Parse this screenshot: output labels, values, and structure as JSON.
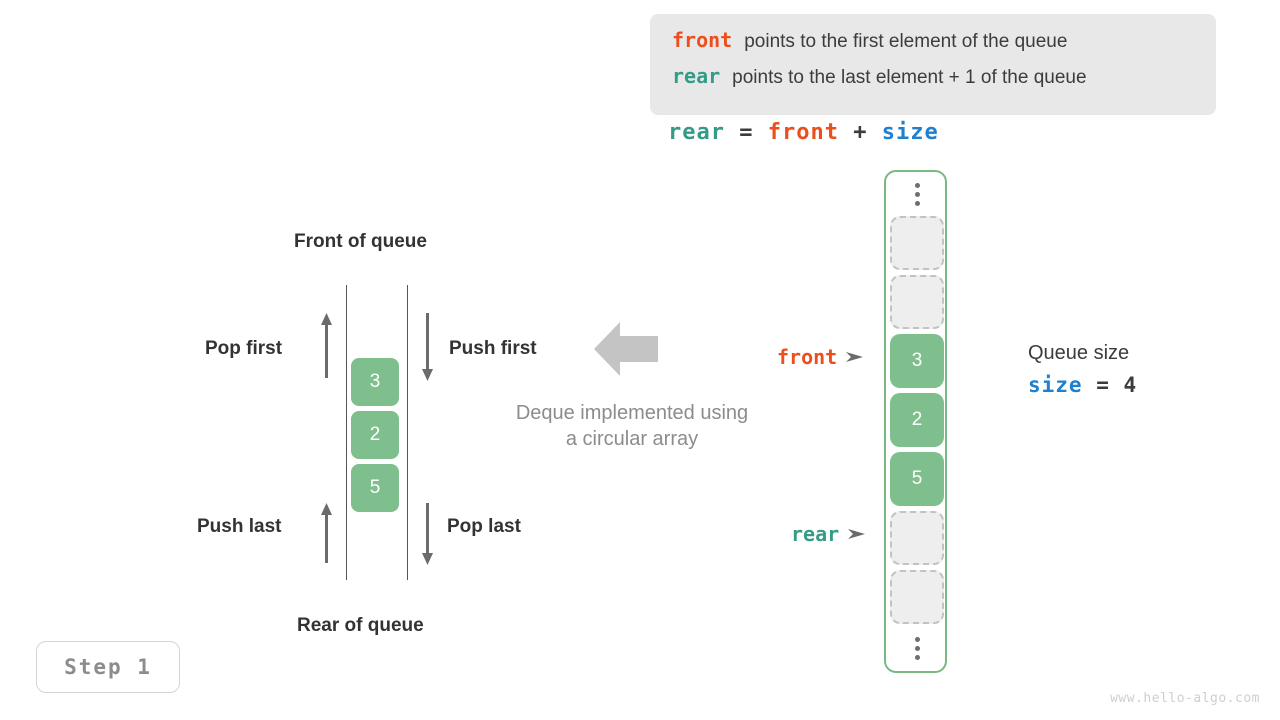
{
  "legend": {
    "lines": [
      {
        "keyword": "front",
        "keyword_color": "#ec4f1d",
        "text": "points to the first element of the queue"
      },
      {
        "keyword": "rear",
        "keyword_color": "#339b87",
        "text": "points to the last element + 1 of the queue"
      }
    ],
    "background": "#e8e8e8"
  },
  "formula": {
    "lhs": "rear",
    "eq": "=",
    "rhs1": "front",
    "plus": "+",
    "rhs2": "size"
  },
  "deque_diagram": {
    "top_label": "Front of queue",
    "bottom_label": "Rear of queue",
    "left_top_label": "Pop first",
    "right_top_label": "Push first",
    "left_bottom_label": "Push last",
    "right_bottom_label": "Pop last",
    "cells": [
      "3",
      "2",
      "5"
    ],
    "cell_color": "#7fbf8d",
    "caption_line1": "Deque implemented using",
    "caption_line2": "a circular array"
  },
  "array": {
    "border_color": "#79b982",
    "slots": [
      {
        "type": "dots"
      },
      {
        "type": "empty",
        "value": ""
      },
      {
        "type": "empty",
        "value": ""
      },
      {
        "type": "filled",
        "value": "3"
      },
      {
        "type": "filled",
        "value": "2"
      },
      {
        "type": "filled",
        "value": "5"
      },
      {
        "type": "empty",
        "value": ""
      },
      {
        "type": "empty",
        "value": ""
      },
      {
        "type": "dots"
      }
    ],
    "front_pointer": "front",
    "rear_pointer": "rear"
  },
  "queue_size": {
    "title": "Queue size",
    "var": "size",
    "eq": "=",
    "value": "4"
  },
  "step_badge": "Step 1",
  "watermark": "www.hello-algo.com",
  "colors": {
    "front": "#ec4f1d",
    "rear": "#339b87",
    "size": "#1f80d0",
    "green": "#7fbf8d",
    "gray_arrow": "#c4c4c4"
  }
}
